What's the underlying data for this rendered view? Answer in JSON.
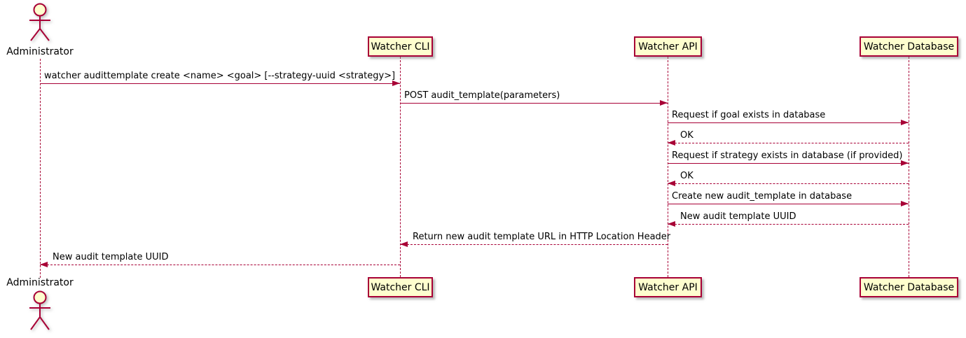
{
  "diagram": {
    "kind": "uml-sequence-diagram",
    "colors": {
      "participant_fill": "#FEFECE",
      "participant_border": "#A80036",
      "arrow": "#A80036",
      "lifeline": "#A80036",
      "text": "#000000",
      "background": "#FFFFFF"
    }
  },
  "participants": {
    "administrator": {
      "name": "Administrator",
      "kind": "actor"
    },
    "cli": {
      "name": "Watcher CLI",
      "kind": "participant"
    },
    "api": {
      "name": "Watcher API",
      "kind": "participant"
    },
    "db": {
      "name": "Watcher Database",
      "kind": "participant"
    }
  },
  "messages": [
    {
      "from": "Administrator",
      "to": "Watcher CLI",
      "style": "solid",
      "label": "watcher audittemplate create <name> <goal> [--strategy-uuid <strategy>]"
    },
    {
      "from": "Watcher CLI",
      "to": "Watcher API",
      "style": "solid",
      "label": "POST audit_template(parameters)"
    },
    {
      "from": "Watcher API",
      "to": "Watcher Database",
      "style": "solid",
      "label": "Request if goal exists in database"
    },
    {
      "from": "Watcher Database",
      "to": "Watcher API",
      "style": "dashed",
      "label": "OK"
    },
    {
      "from": "Watcher API",
      "to": "Watcher Database",
      "style": "solid",
      "label": "Request if strategy exists in database (if provided)"
    },
    {
      "from": "Watcher Database",
      "to": "Watcher API",
      "style": "dashed",
      "label": "OK"
    },
    {
      "from": "Watcher API",
      "to": "Watcher Database",
      "style": "solid",
      "label": "Create new audit_template in database"
    },
    {
      "from": "Watcher Database",
      "to": "Watcher API",
      "style": "dashed",
      "label": "New audit template UUID"
    },
    {
      "from": "Watcher API",
      "to": "Watcher CLI",
      "style": "dashed",
      "label": "Return new audit template URL in HTTP Location Header"
    },
    {
      "from": "Watcher CLI",
      "to": "Administrator",
      "style": "dashed",
      "label": "New audit template UUID"
    }
  ]
}
